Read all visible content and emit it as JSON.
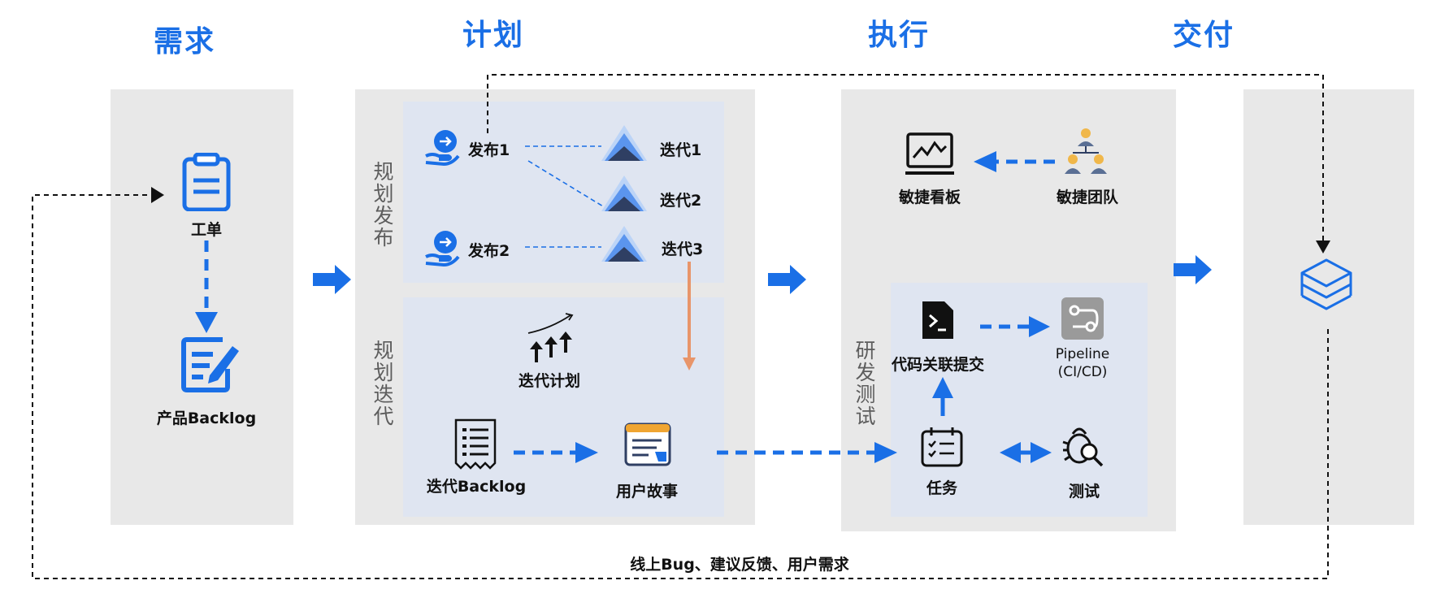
{
  "stages": {
    "demand": "需求",
    "plan": "计划",
    "execute": "执行",
    "deliver": "交付"
  },
  "demand": {
    "work_order": "工单",
    "product_backlog": "产品Backlog"
  },
  "plan": {
    "release_planning_label": "规划发布",
    "iteration_planning_label": "规划迭代",
    "release1": "发布1",
    "release2": "发布2",
    "iteration1": "迭代1",
    "iteration2": "迭代2",
    "iteration3": "迭代3",
    "iteration_plan": "迭代计划",
    "iteration_backlog": "迭代Backlog",
    "user_story": "用户故事"
  },
  "execute": {
    "agile_board": "敏捷看板",
    "agile_team": "敏捷团队",
    "rd_test_label": "研发测试",
    "code_commit": "代码关联提交",
    "pipeline_name": "Pipeline",
    "pipeline_sub": "(CI/CD)",
    "task": "任务",
    "test": "测试"
  },
  "feedback": "线上Bug、建议反馈、用户需求",
  "colors": {
    "accent_blue": "#1a6fe6",
    "column_bg": "#e8e8e8",
    "subpanel_bg": "#dfe5f1",
    "orange_arrow": "#e8956a",
    "dark_navy": "#2f3f63",
    "light_blue": "#7fb0f5"
  },
  "icons": {
    "work_order": "clipboard-icon",
    "product_backlog": "document-edit-icon",
    "release": "release-hand-icon",
    "iteration": "mountain-layers-icon",
    "iteration_plan": "trend-arrows-icon",
    "iteration_backlog": "receipt-list-icon",
    "user_story": "story-card-icon",
    "agile_board": "monitor-chart-icon",
    "agile_team": "team-hierarchy-icon",
    "code_commit": "terminal-file-icon",
    "pipeline": "pipeline-icon",
    "task": "calendar-checklist-icon",
    "test": "bug-search-icon",
    "deliver": "layers-stack-icon"
  }
}
